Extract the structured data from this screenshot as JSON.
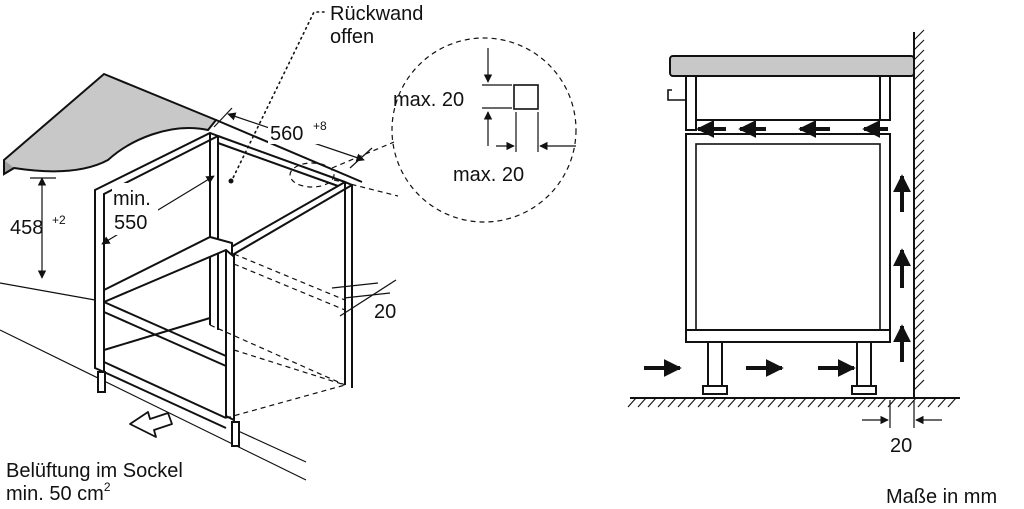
{
  "left_view": {
    "rear_wall_label_line1": "Rückwand",
    "rear_wall_label_line2": "offen",
    "width_value": "560",
    "width_tolerance": "+8",
    "height_value": "458",
    "height_tolerance": "+2",
    "depth_label_line1": "min.",
    "depth_label_line2": "550",
    "side_gap_value": "20",
    "ventilation_line1": "Belüftung im Sockel",
    "ventilation_line2_text": "min. 50 cm",
    "ventilation_line2_sup": "2"
  },
  "detail_circle": {
    "top_label": "max. 20",
    "bottom_label": "max. 20"
  },
  "right_view": {
    "wall_gap_value": "20",
    "units_note": "Maße in mm"
  },
  "colors": {
    "worktop": "#c8c8c8",
    "line": "#111111",
    "background": "#ffffff"
  }
}
